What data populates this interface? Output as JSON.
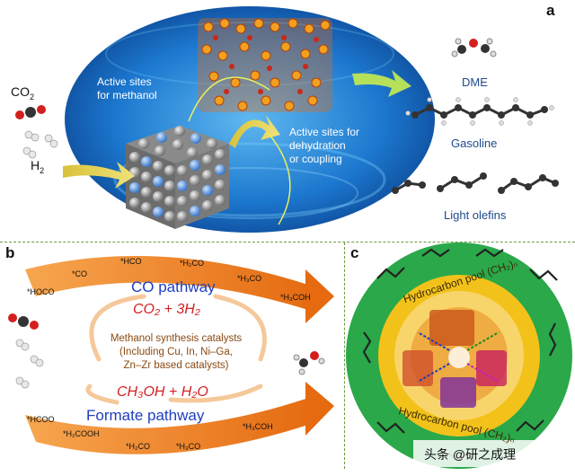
{
  "panel_a": {
    "letter": "a",
    "co2": "CO",
    "co2_sub": "2",
    "h2": "H",
    "h2_sub": "2",
    "methanol_sites": [
      "Active sites",
      "for methanol"
    ],
    "dehydration_sites": [
      "Active sites for",
      "dehydration",
      "or coupling"
    ],
    "products": {
      "dme": "DME",
      "gasoline": "Gasoline",
      "olefins": "Light olefins"
    }
  },
  "panel_b": {
    "letter": "b",
    "co_pathway": "CO pathway",
    "formate_pathway": "Formate pathway",
    "reaction_top": "CO₂ + 3H₂",
    "reaction_bottom": "CH₃OH + H₂O",
    "catalyst_lines": [
      "Methanol synthesis catalysts",
      "(Including Cu, In, Ni–Ga,",
      "Zn–Zr based catalysts)"
    ],
    "top_intermediates": [
      "*HOCO",
      "*CO",
      "*HCO",
      "*H₂CO",
      "*H₃CO",
      "*H₃COH"
    ],
    "bottom_intermediates": [
      "*HCOO",
      "*H₂COOH",
      "*H₂CO",
      "*H₃CO",
      "*H₃COH"
    ]
  },
  "panel_c": {
    "letter": "c",
    "pool_top": "Hydrocarbon pool (CH₂)ₙ",
    "pool_bottom": "Hydrocarbon pool (CH₂)ₙ"
  },
  "watermark": "头条 @研之成理",
  "colors": {
    "ellipse_blue": "#1f6fc0",
    "arrow_orange": "#f0801e",
    "ring_green": "#2aa84a",
    "ring_yellow": "#f3c21a",
    "pathway_blue": "#1f3fbf",
    "reaction_red": "#d42020"
  }
}
